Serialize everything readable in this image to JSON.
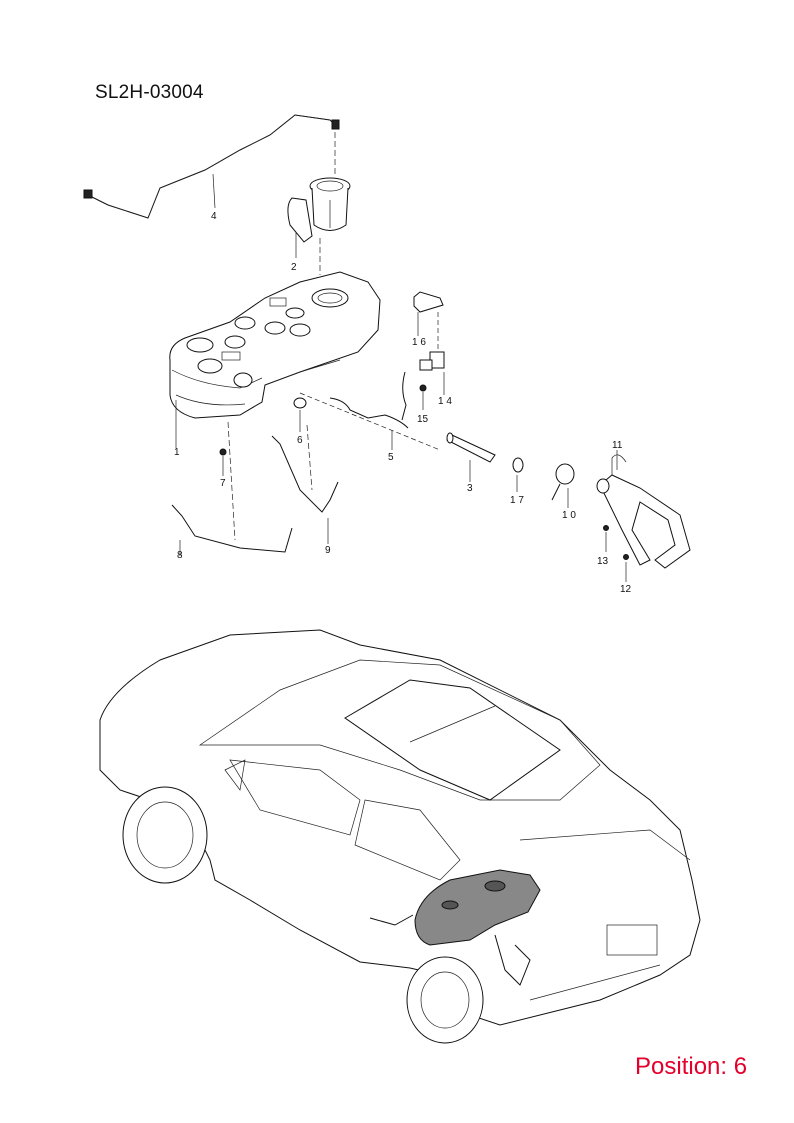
{
  "diagram": {
    "code": "SL2H-03004",
    "position_label": "Position: 6"
  },
  "callouts": [
    {
      "id": "c1",
      "label": "1"
    },
    {
      "id": "c2",
      "label": "2"
    },
    {
      "id": "c3",
      "label": "3"
    },
    {
      "id": "c4",
      "label": "4"
    },
    {
      "id": "c5",
      "label": "5"
    },
    {
      "id": "c6",
      "label": "6"
    },
    {
      "id": "c7",
      "label": "7"
    },
    {
      "id": "c8",
      "label": "8"
    },
    {
      "id": "c9",
      "label": "9"
    },
    {
      "id": "c10",
      "label": "1 0"
    },
    {
      "id": "c11",
      "label": "11"
    },
    {
      "id": "c12",
      "label": "12"
    },
    {
      "id": "c13",
      "label": "13"
    },
    {
      "id": "c14",
      "label": "1 4"
    },
    {
      "id": "c15",
      "label": "15"
    },
    {
      "id": "c16",
      "label": "1 6"
    },
    {
      "id": "c17",
      "label": "1 7"
    }
  ],
  "colors": {
    "position_label": "#e4002b",
    "line_art": "#111111"
  }
}
